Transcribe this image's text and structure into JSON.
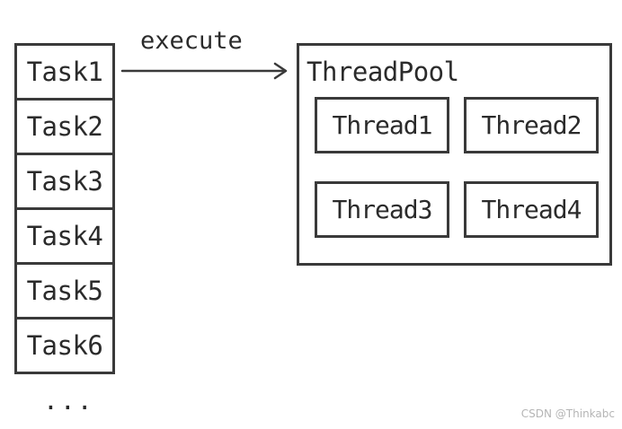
{
  "tasks": [
    "Task1",
    "Task2",
    "Task3",
    "Task4",
    "Task5",
    "Task6"
  ],
  "ellipsis": "...",
  "arrow_label": "execute",
  "thread_pool": {
    "title": "ThreadPool",
    "threads": [
      "Thread1",
      "Thread2",
      "Thread3",
      "Thread4"
    ]
  },
  "watermark": "CSDN @Thinkabc",
  "colors": {
    "stroke": "#3a3a3a",
    "text": "#2b2b2b",
    "background": "#ffffff"
  }
}
